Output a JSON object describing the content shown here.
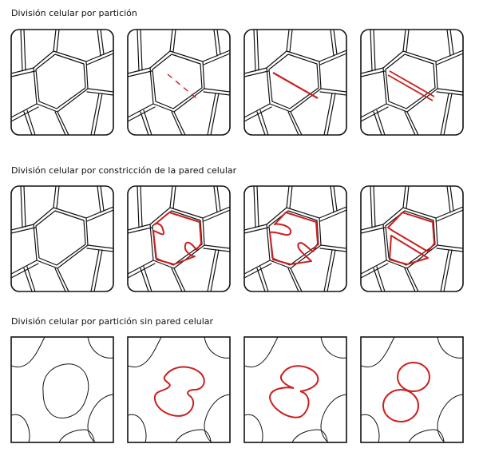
{
  "rows": [
    {
      "title": "División celular por partición"
    },
    {
      "title": "División celular por constricción de la pared celular"
    },
    {
      "title": "División celular por partición sin pared celular"
    }
  ],
  "colors": {
    "outline": "#111111",
    "highlight": "#cc1f1f",
    "background": "#ffffff"
  }
}
